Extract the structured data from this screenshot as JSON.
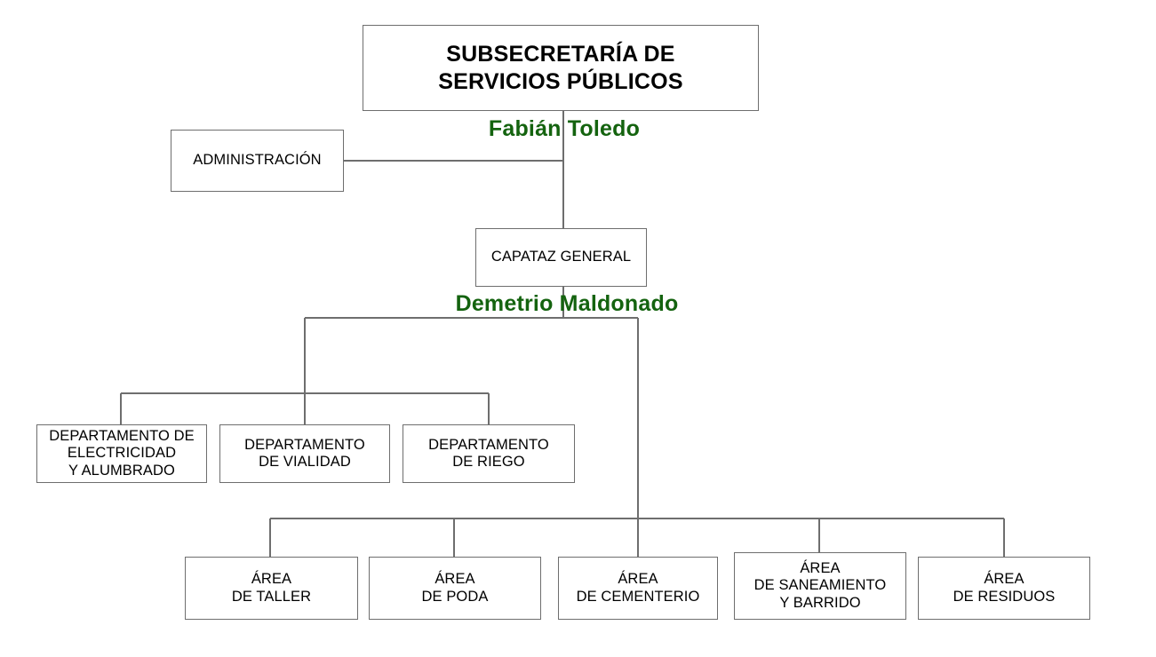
{
  "diagram": {
    "title_text": "SUBSECRETARÍA DE\nSERVICIOS PÚBLICOS",
    "colors": {
      "box_border": "#6e6e6e",
      "connector": "#6e6e6e",
      "text": "#000000",
      "person_name": "#14630f",
      "background": "#ffffff"
    },
    "root": {
      "label": "SUBSECRETARÍA DE\nSERVICIOS PÚBLICOS",
      "person": "Fabián Toledo"
    },
    "staff": {
      "label": "ADMINISTRACIÓN"
    },
    "foreman": {
      "label": "CAPATAZ GENERAL",
      "person": "Demetrio Maldonado"
    },
    "departments": [
      {
        "label": "DEPARTAMENTO DE\nELECTRICIDAD\nY ALUMBRADO"
      },
      {
        "label": "DEPARTAMENTO\nDE VIALIDAD"
      },
      {
        "label": "DEPARTAMENTO\nDE RIEGO"
      }
    ],
    "areas": [
      {
        "label": "ÁREA\nDE TALLER"
      },
      {
        "label": "ÁREA\nDE PODA"
      },
      {
        "label": "ÁREA\nDE CEMENTERIO"
      },
      {
        "label": "ÁREA\nDE SANEAMIENTO\nY BARRIDO"
      },
      {
        "label": "ÁREA\nDE RESIDUOS"
      }
    ]
  }
}
